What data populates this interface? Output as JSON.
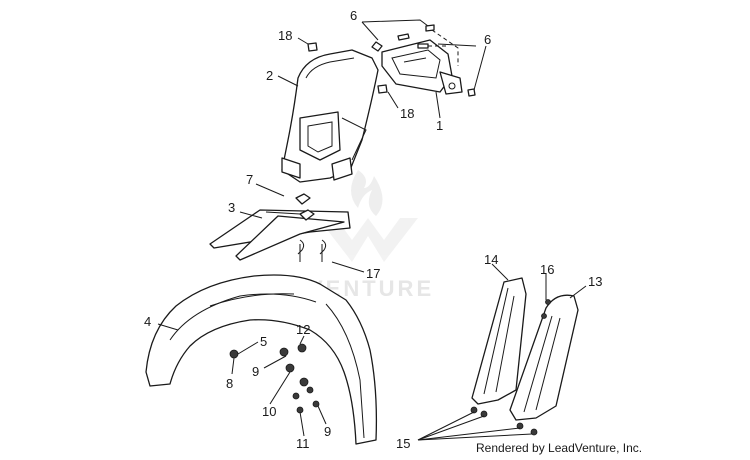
{
  "callouts": {
    "c1": "1",
    "c2": "2",
    "c3": "3",
    "c4": "4",
    "c5": "5",
    "c6a": "6",
    "c6b": "6",
    "c7": "7",
    "c8": "8",
    "c9a": "9",
    "c9b": "9",
    "c10": "10",
    "c11": "11",
    "c12": "12",
    "c13": "13",
    "c14": "14",
    "c15": "15",
    "c16": "16",
    "c17": "17",
    "c18a": "18",
    "c18b": "18"
  },
  "watermark": "VENTURE",
  "credit": "Rendered by LeadVenture, Inc."
}
